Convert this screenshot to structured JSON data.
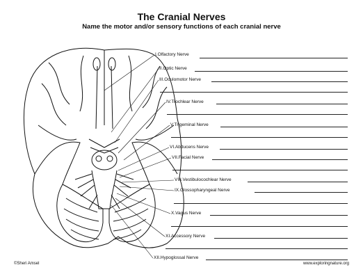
{
  "title": "The Cranial Nerves",
  "subtitle": "Name the motor and/or sensory functions of each cranial nerve",
  "nerves": [
    {
      "label": "I.Olfactory Nerve"
    },
    {
      "label": "II.Optic Nerve"
    },
    {
      "label": "III.Oculomotor Nerve"
    },
    {
      "label": "IV.Trochlear Nerve"
    },
    {
      "label": "V.Trigeminal Nerve"
    },
    {
      "label": "VI.Abducens Nerve"
    },
    {
      "label": "VII.Facial Nerve"
    },
    {
      "label": "VIII.Vestibulocochlear Nerve"
    },
    {
      "label": "IX.Glossopharyngeal Nerve"
    },
    {
      "label": "X.Vagus Nerve"
    },
    {
      "label": "XI.Accessory Nerve"
    },
    {
      "label": "XII.Hypoglossal Nerve"
    }
  ],
  "footer": {
    "copyright": "©Sheri Amsel",
    "website": "www.exploringnature.org"
  }
}
